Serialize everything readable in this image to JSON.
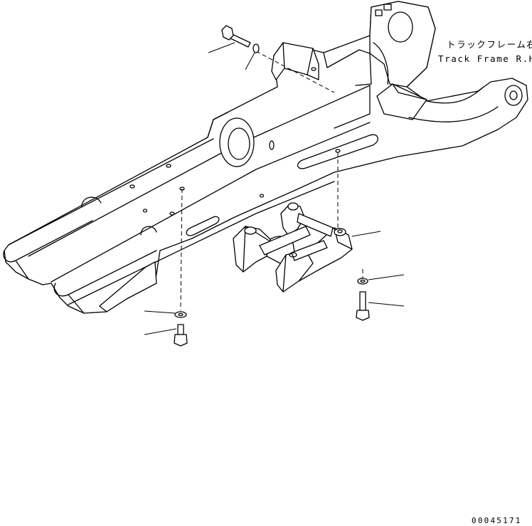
{
  "labels": {
    "track_frame_jp": "トラックフレーム右",
    "track_frame_en": "Track Frame R.H.",
    "drawing_code": "00045171"
  },
  "colors": {
    "line": "#000000",
    "background": "#ffffff"
  }
}
